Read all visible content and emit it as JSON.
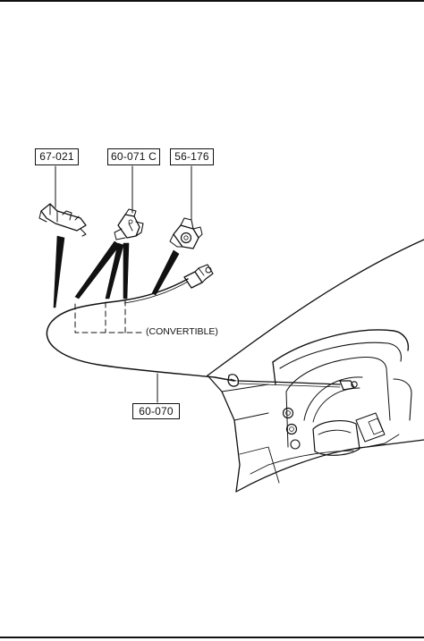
{
  "callouts": {
    "part_67_021": "67-021",
    "part_60_071c": "60-071 C",
    "part_56_176": "56-176",
    "part_60_070": "60-070"
  },
  "notes": {
    "convertible": "(CONVERTIBLE)"
  },
  "colors": {
    "ink": "#111111",
    "paper": "#ffffff"
  }
}
